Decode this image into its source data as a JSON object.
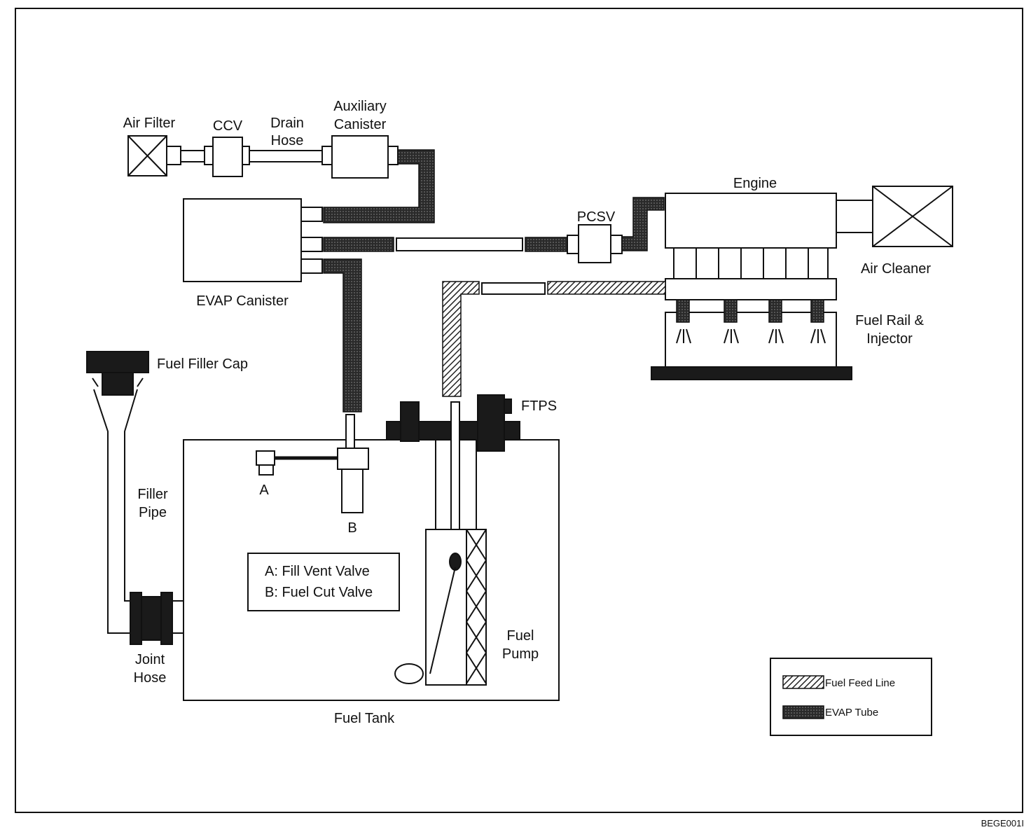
{
  "diagram": {
    "labels": {
      "air_filter": "Air Filter",
      "ccv": "CCV",
      "drain_hose_1": "Drain",
      "drain_hose_2": "Hose",
      "auxiliary_canister_1": "Auxiliary",
      "auxiliary_canister_2": "Canister",
      "evap_canister": "EVAP Canister",
      "pcsv": "PCSV",
      "engine": "Engine",
      "air_cleaner": "Air Cleaner",
      "fuel_rail_1": "Fuel Rail &",
      "fuel_rail_2": "Injector",
      "fuel_filler_cap": "Fuel Filler Cap",
      "ftps": "FTPS",
      "filler_pipe_1": "Filler",
      "filler_pipe_2": "Pipe",
      "valve_a": "A",
      "valve_b": "B",
      "key_a": "A: Fill Vent Valve",
      "key_b": "B: Fuel Cut Valve",
      "fuel_pump_1": "Fuel",
      "fuel_pump_2": "Pump",
      "joint_hose_1": "Joint",
      "joint_hose_2": "Hose",
      "fuel_tank": "Fuel Tank",
      "figure_code": "BEGE001I"
    },
    "legend": {
      "fuel_feed_line": "Fuel Feed Line",
      "evap_tube": "EVAP Tube"
    }
  }
}
